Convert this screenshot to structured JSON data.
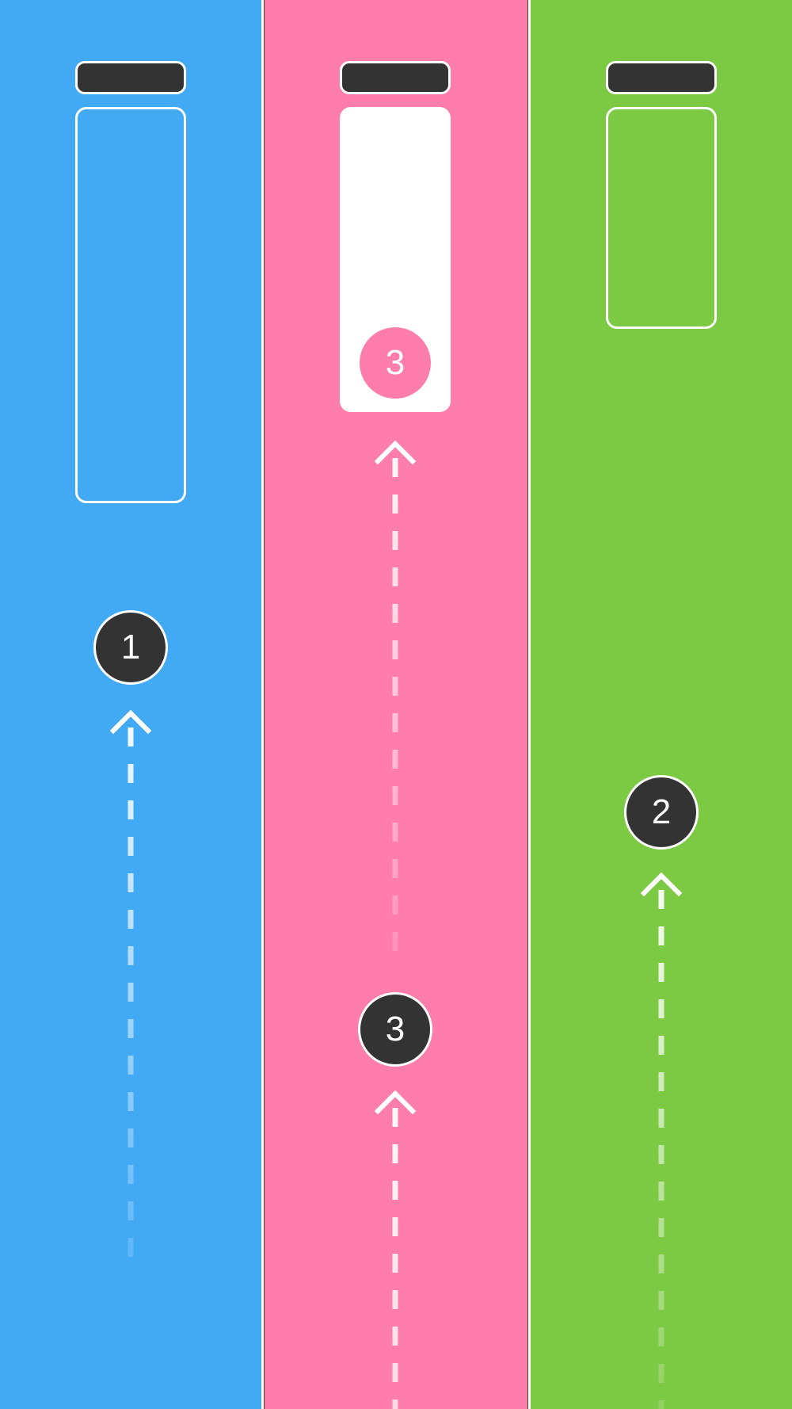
{
  "colors": {
    "lane_blue": "#42a9f5",
    "lane_pink": "#ff7dab",
    "lane_green": "#7cc943",
    "cap": "#333333",
    "ball_dark": "#333333",
    "outline": "#ffffff"
  },
  "lanes": [
    {
      "color": "#42a9f5",
      "tube": {
        "filled": false,
        "fill_level": 1.0,
        "ball": null
      },
      "ball": {
        "label": "1"
      }
    },
    {
      "color": "#ff7dab",
      "tube": {
        "filled": true,
        "fill_level": 0.77,
        "ball": {
          "label": "3",
          "color": "#ff7dab"
        }
      },
      "ball": {
        "label": "3"
      }
    },
    {
      "color": "#7cc943",
      "tube": {
        "filled": false,
        "fill_level": 0.56,
        "ball": null
      },
      "ball": {
        "label": "2"
      }
    }
  ],
  "icons": [
    "arrow-up-icon"
  ]
}
